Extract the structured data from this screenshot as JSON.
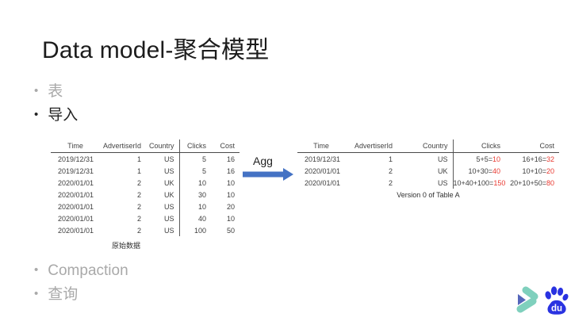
{
  "title": "Data model-聚合模型",
  "bullets": {
    "top": [
      {
        "label": "表",
        "muted": true
      },
      {
        "label": "导入",
        "muted": false
      }
    ],
    "bottom": [
      {
        "label": "Compaction",
        "muted": true
      },
      {
        "label": "查询",
        "muted": true
      }
    ]
  },
  "agg": {
    "label": "Agg"
  },
  "left_table": {
    "caption": "原始数据",
    "columns": [
      "Time",
      "AdvertiserId",
      "Country",
      "Clicks",
      "Cost"
    ],
    "rows": [
      [
        "2019/12/31",
        "1",
        "US",
        "5",
        "16"
      ],
      [
        "2019/12/31",
        "1",
        "US",
        "5",
        "16"
      ],
      [
        "2020/01/01",
        "2",
        "UK",
        "10",
        "10"
      ],
      [
        "2020/01/01",
        "2",
        "UK",
        "30",
        "10"
      ],
      [
        "2020/01/01",
        "2",
        "US",
        "10",
        "20"
      ],
      [
        "2020/01/01",
        "2",
        "US",
        "40",
        "10"
      ],
      [
        "2020/01/01",
        "2",
        "US",
        "100",
        "50"
      ]
    ]
  },
  "right_table": {
    "caption": "Version 0 of Table A",
    "columns": [
      "Time",
      "AdvertiserId",
      "Country",
      "Clicks",
      "Cost"
    ],
    "rows": [
      {
        "time": "2019/12/31",
        "advertiser_id": "1",
        "country": "US",
        "clicks_expr": "5+5=",
        "clicks_result": "10",
        "cost_expr": "16+16=",
        "cost_result": "32"
      },
      {
        "time": "2020/01/01",
        "advertiser_id": "2",
        "country": "UK",
        "clicks_expr": "10+30=",
        "clicks_result": "40",
        "cost_expr": "10+10=",
        "cost_result": "20"
      },
      {
        "time": "2020/01/01",
        "advertiser_id": "2",
        "country": "US",
        "clicks_expr": "10+40+100=",
        "clicks_result": "150",
        "cost_expr": "20+10+50=",
        "cost_result": "80"
      }
    ]
  },
  "logos": {
    "doris_icon": "doris-logo",
    "baidu_icon": "baidu-paw-logo",
    "baidu_text": "du"
  },
  "colors": {
    "accent_arrow_blue": "#4472c4",
    "result_red": "#e93a31",
    "muted_gray": "#a9a9a9",
    "text_dark": "#262626",
    "baidu_blue": "#2932e1",
    "doris_teal": "#7fd0bd",
    "doris_indigo": "#5566bb"
  }
}
